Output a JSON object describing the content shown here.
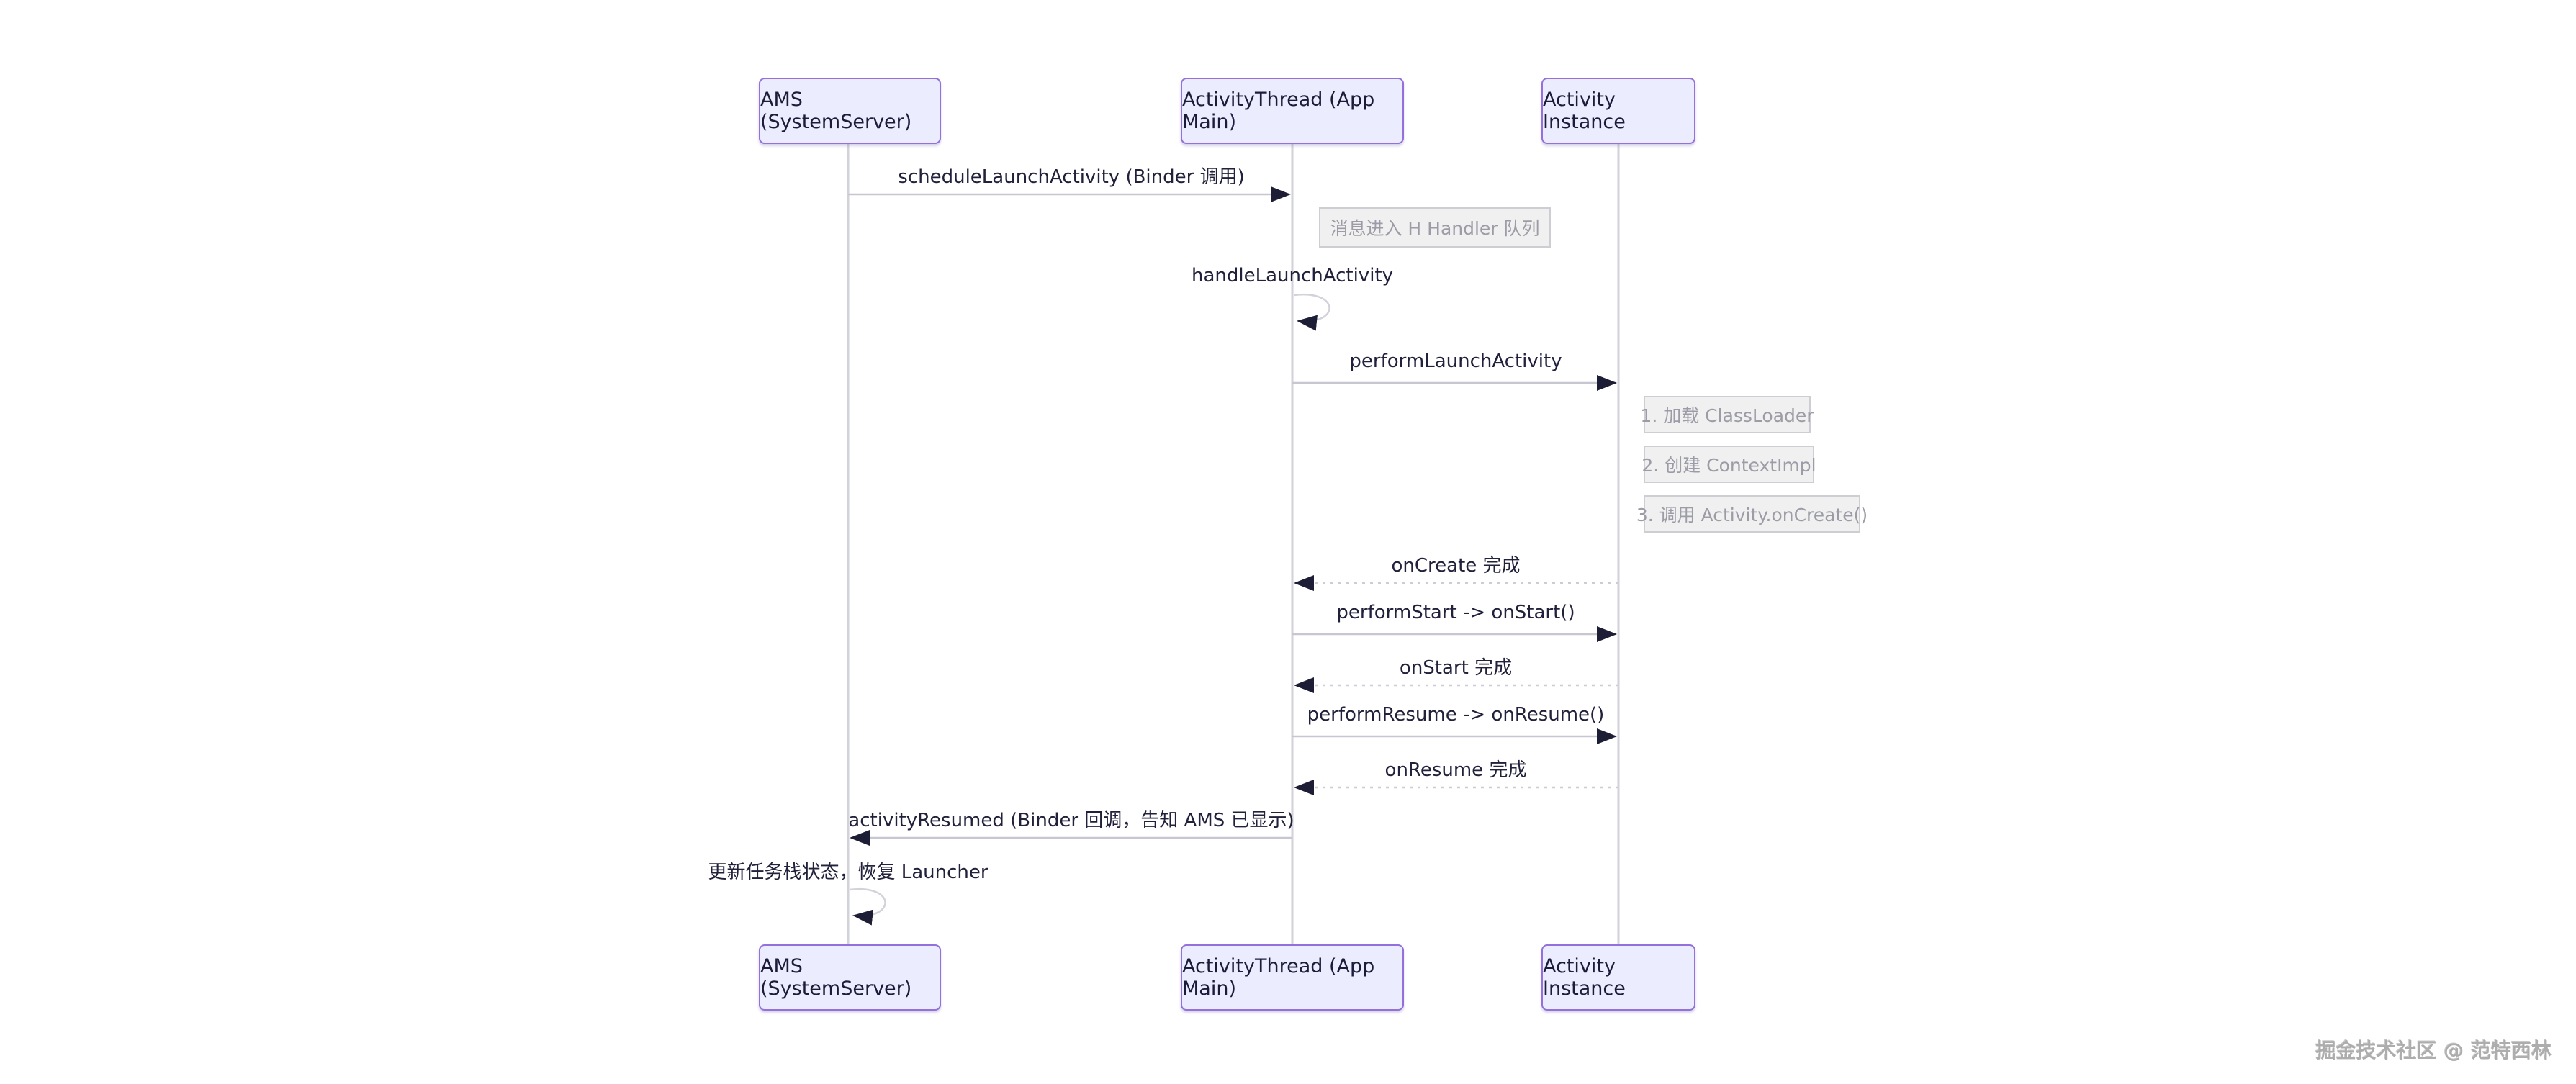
{
  "diagram": {
    "type": "sequence-diagram",
    "actors": [
      {
        "label": "AMS (SystemServer)"
      },
      {
        "label": "ActivityThread (App Main)"
      },
      {
        "label": "Activity Instance"
      }
    ],
    "messages": {
      "schedule_launch": "scheduleLaunchActivity (Binder 调用)",
      "handle_launch": "handleLaunchActivity",
      "perform_launch": "performLaunchActivity",
      "oncreate_done": "onCreate 完成",
      "perform_start": "performStart -> onStart()",
      "onstart_done": "onStart 完成",
      "perform_resume": "performResume -> onResume()",
      "onresume_done": "onResume 完成",
      "activity_resumed": "activityResumed (Binder 回调，告知 AMS 已显示)",
      "update_task_stack": "更新任务栈状态，恢复 Launcher"
    },
    "notes": {
      "handler_queue": "消息进入 H Handler 队列",
      "step1": "1. 加载 ClassLoader",
      "step2": "2. 创建 ContextImpl",
      "step3": "3. 调用 Activity.onCreate()"
    },
    "watermark": "掘金技术社区 @ 范特西林",
    "colors": {
      "actor_fill": "#ECECFF",
      "actor_border": "#9370DB",
      "message_text": "#21213B",
      "line": "#C7C7D1",
      "arrowhead": "#1D1D35",
      "note_fill": "#F0F0F1",
      "note_border": "#CDCDD3",
      "note_text": "#9C9CA6",
      "watermark_text": "#ADADAD"
    }
  }
}
